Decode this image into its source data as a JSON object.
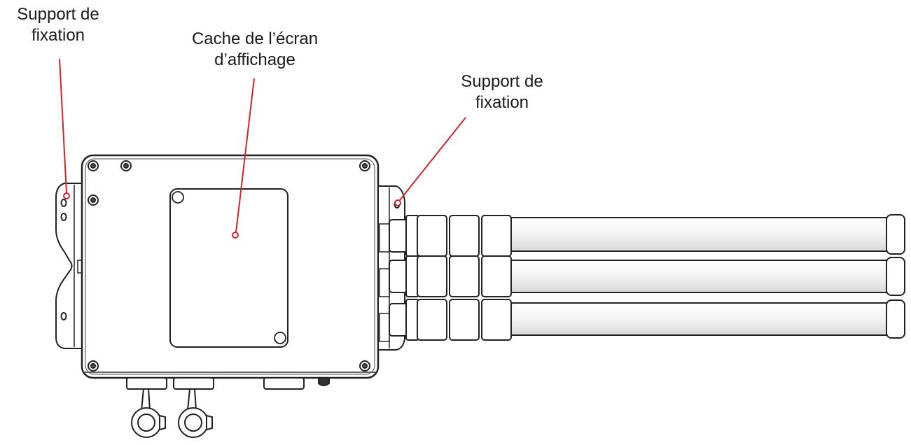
{
  "labels": {
    "left_bracket": {
      "line1": "Support de",
      "line2": "fixation"
    },
    "display_cover": {
      "line1": "Cache de l’écran",
      "line2": "d’affichage"
    },
    "right_bracket": {
      "line1": "Support de",
      "line2": "fixation"
    }
  },
  "colors": {
    "leader_line": "#d0252c",
    "outline": "#222222",
    "background": "#ffffff"
  }
}
